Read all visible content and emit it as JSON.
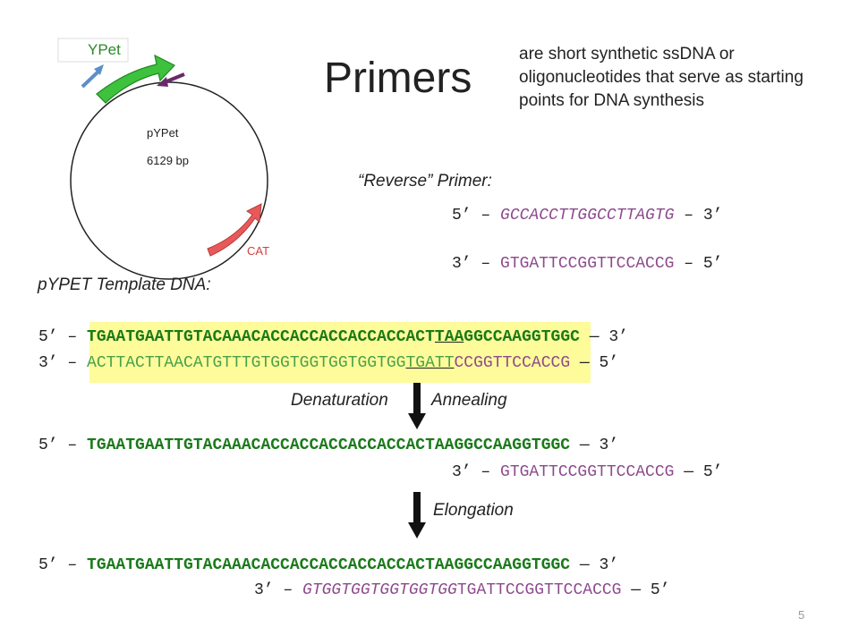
{
  "title": "Primers",
  "definition": "are short synthetic ssDNA or oligonucleotides that serve as starting points for DNA synthesis",
  "plasmid": {
    "name": "pYPet",
    "size": "6129 bp",
    "gene_ypet": "YPet",
    "gene_cat": "CAT"
  },
  "reverse_primer": {
    "label": "“Reverse” Primer:",
    "line1": {
      "prefix": "5’ – ",
      "seq": "GCCACCTTGGCCTTAGTG",
      "suffix": " – 3’"
    },
    "line2": {
      "prefix": "3’ – ",
      "seq": "GTGATTCCGGTTCCACCG",
      "suffix": " – 5’"
    }
  },
  "template": {
    "label": "pYPET Template DNA:",
    "top": {
      "prefix": "5’ – ",
      "seq_a": "TGAATGAATTGTACAAACACCACCACCACCACCACT",
      "seq_u": "TAA",
      "seq_b": "GGCCAAGGTGGC",
      "suffix": " — 3’"
    },
    "bottom": {
      "prefix": "3’ – ",
      "seq_a": "ACTTACTTAACATGTTTGTGGTGGTGGTGGTGG",
      "seq_b": "TGATT",
      "seq_c": "CCGGTTCCACCG",
      "suffix": " — 5’"
    }
  },
  "steps": {
    "denaturation": "Denaturation",
    "annealing": "Annealing",
    "elongation": "Elongation"
  },
  "annealed": {
    "top": {
      "prefix": "5’ – ",
      "seq": "TGAATGAATTGTACAAACACCACCACCACCACCACTAAGGCCAAGGTGGC",
      "suffix": " — 3’"
    },
    "primer": {
      "prefix": "3’ – ",
      "seq": "GTGATTCCGGTTCCACCG",
      "suffix": " — 5’"
    }
  },
  "elongated": {
    "top": {
      "prefix": "5’ – ",
      "seq": "TGAATGAATTGTACAAACACCACCACCACCACCACTAAGGCCAAGGTGGC",
      "suffix": " — 3’"
    },
    "bottom": {
      "prefix": "3’ – ",
      "seq_new": "GTGGTGGTGGTGGTGG",
      "seq_primer": "TGATTCCGGTTCCACCG",
      "suffix": " — 5’"
    }
  },
  "page_number": "5",
  "colors": {
    "dark_green": "#1a7a1a",
    "light_green": "#4aa04a",
    "purple": "#8c4a8c",
    "highlight": "#fdfb9a",
    "ypet_arrow": "#3ec23e",
    "cat_arrow": "#e85a5a"
  }
}
